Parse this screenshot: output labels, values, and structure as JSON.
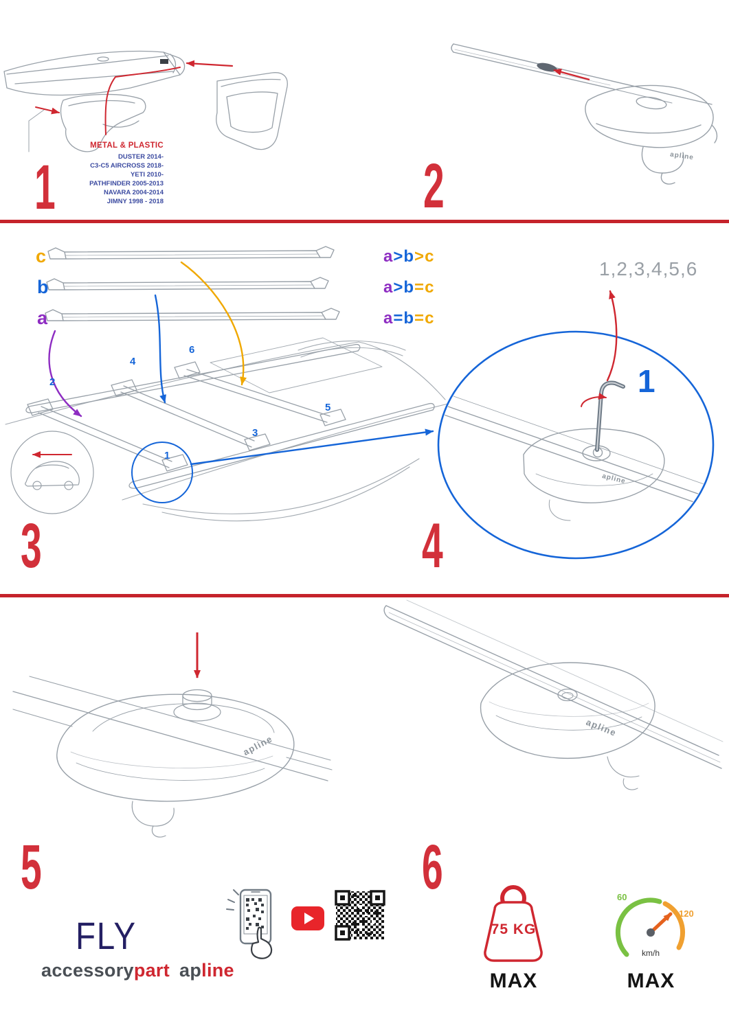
{
  "colors": {
    "step_number_red": "#d2303a",
    "divider_red": "#c5232b",
    "arrow_red": "#cf2730",
    "blue": "#1565d8",
    "purple": "#8e2dc2",
    "orange": "#f0a800",
    "line_gray": "#98a0a8",
    "navy": "#241f63",
    "speed_green": "#7ac143",
    "speed_orange": "#f0a030"
  },
  "step1": {
    "num": "1",
    "material": "METAL & PLASTIC",
    "models": [
      "DUSTER 2014-",
      "C3-C5 AIRCROSS 2018-",
      "YETI 2010-",
      "PATHFINDER 2005-2013",
      "NAVARA 2004-2014",
      "JIMNY 1998 - 2018"
    ]
  },
  "step2": {
    "num": "2",
    "brand": "apline"
  },
  "step3": {
    "num": "3",
    "bar_a": "a",
    "bar_b": "b",
    "bar_c": "c",
    "legend": [
      {
        "t1": "a",
        "o1": ">",
        "t2": "b",
        "o2": ">",
        "t3": "c"
      },
      {
        "t1": "a",
        "o1": ">",
        "t2": "b",
        "o2": "=",
        "t3": "c"
      },
      {
        "t1": "a",
        "o1": "=",
        "t2": "b",
        "o2": "=",
        "t3": "c"
      }
    ],
    "pos": {
      "p1": "1",
      "p2": "2",
      "p3": "3",
      "p4": "4",
      "p5": "5",
      "p6": "6"
    }
  },
  "step4": {
    "num": "4",
    "sequence": "1,2,3,4,5,6",
    "first": "1",
    "brand": "apline"
  },
  "step5": {
    "num": "5",
    "brand": "apline"
  },
  "step6": {
    "num": "6",
    "brand": "apline"
  },
  "footer": {
    "product": "FLY",
    "brand": {
      "accessory": "accessory",
      "part": "part",
      "ap": "ap",
      "line": "line"
    },
    "weight": {
      "value": "75 KG",
      "max": "MAX"
    },
    "speed": {
      "low": "60",
      "high": "120",
      "unit": "km/h",
      "max": "MAX"
    }
  }
}
